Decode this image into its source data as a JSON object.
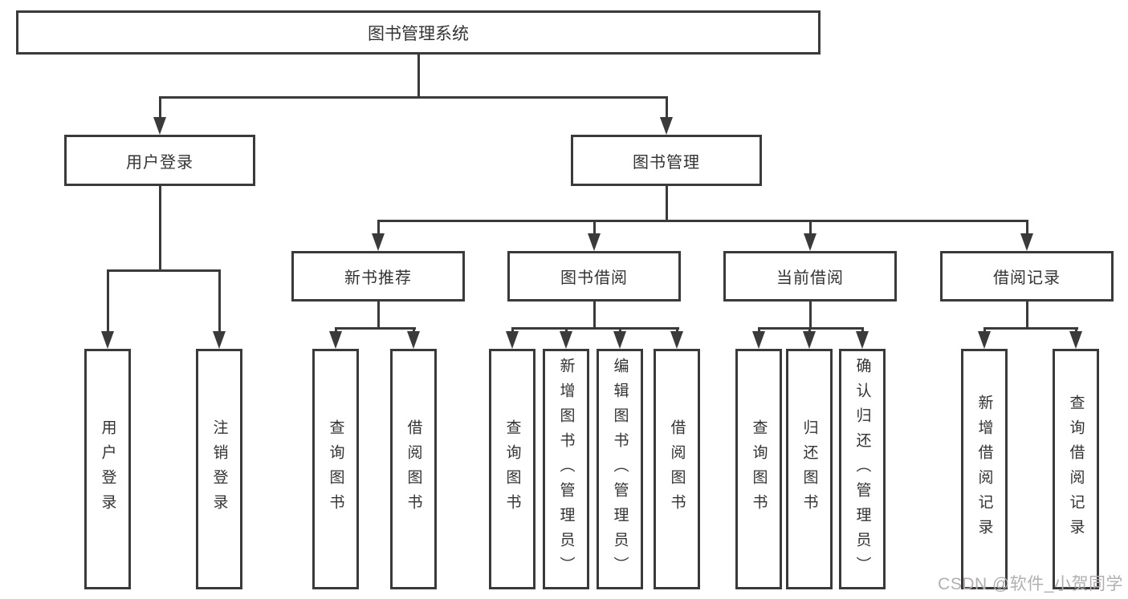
{
  "diagram": {
    "tree": {
      "label": "图书管理系统",
      "children": [
        {
          "label": "用户登录",
          "children": [
            {
              "label": "用户登录"
            },
            {
              "label": "注销登录"
            }
          ]
        },
        {
          "label": "图书管理",
          "children": [
            {
              "label": "新书推荐",
              "children": [
                {
                  "label": "查询图书"
                },
                {
                  "label": "借阅图书"
                }
              ]
            },
            {
              "label": "图书借阅",
              "children": [
                {
                  "label": "查询图书"
                },
                {
                  "label": "新增图书（管理员）"
                },
                {
                  "label": "编辑图书（管理员）"
                },
                {
                  "label": "借阅图书"
                }
              ]
            },
            {
              "label": "当前借阅",
              "children": [
                {
                  "label": "查询图书"
                },
                {
                  "label": "归还图书"
                },
                {
                  "label": "确认归还（管理员）"
                }
              ]
            },
            {
              "label": "借阅记录",
              "children": [
                {
                  "label": "新增借阅记录"
                },
                {
                  "label": "查询借阅记录"
                }
              ]
            }
          ]
        }
      ]
    },
    "colors": {
      "line": "#3a3a3a",
      "text": "#333333",
      "background": "#ffffff",
      "watermark": "#b3afb1"
    }
  },
  "watermark": {
    "text": "CSDN @软件_小贺同学"
  }
}
